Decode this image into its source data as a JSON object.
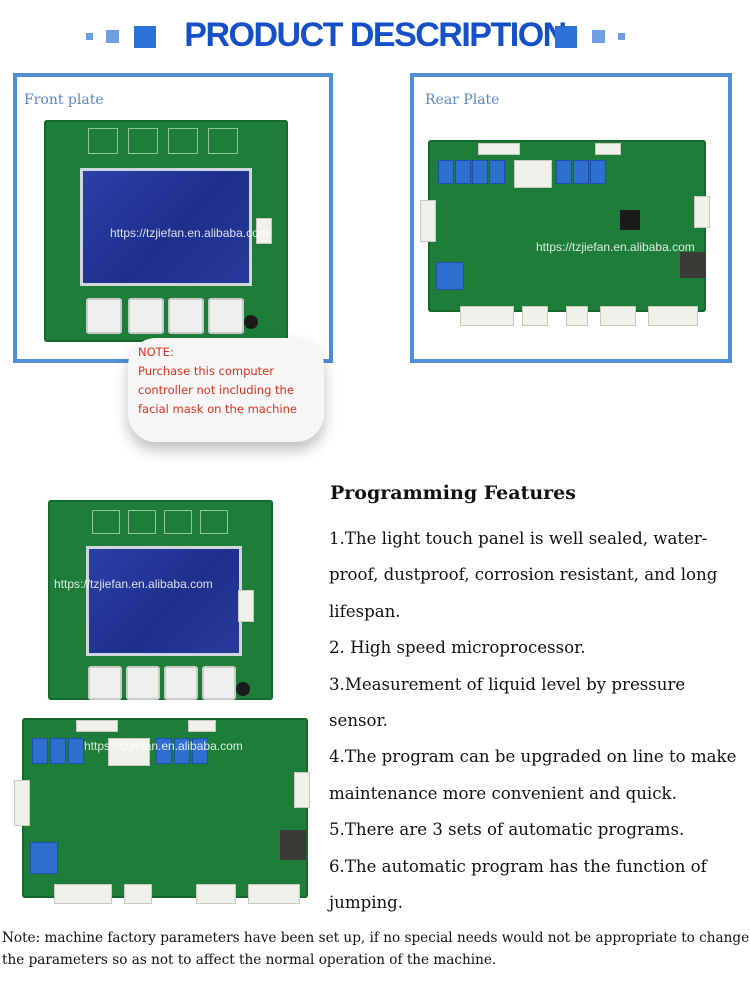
{
  "header": {
    "title": "PRODUCT DESCRIPTION",
    "accent_color": "#1550c8",
    "square_color": "#6d9fe0"
  },
  "front_plate": {
    "label": "Front plate",
    "watermark": "https://tzjiefan.en.alibaba.com"
  },
  "rear_plate": {
    "label": "Rear Plate",
    "watermark": "https://tzjiefan.en.alibaba.com"
  },
  "note": {
    "title": "NOTE:",
    "text": "Purchase this computer controller not including the facial mask on the machine",
    "color": "#e0301d"
  },
  "product_photo": {
    "watermark_front": "https://tzjiefan.en.alibaba.com",
    "watermark_rear": "https://tzjiefan.en.alibaba.com"
  },
  "features": {
    "title": "Programming Features",
    "items": [
      "1.The light touch panel is well sealed, water-proof, dustproof, corrosion resistant, and long lifespan.",
      "2. High speed microprocessor.",
      "3.Measurement of liquid level by pressure sensor.",
      "4.The program can be upgraded on line to make maintenance more convenient and quick.",
      "5.There are 3 sets of automatic programs.",
      "6.The automatic program has the function of jumping."
    ]
  },
  "footnote": "Note: machine factory parameters have been set up, if no special needs would not be appropriate to change the parameters so as not to affect the normal operation of the machine."
}
